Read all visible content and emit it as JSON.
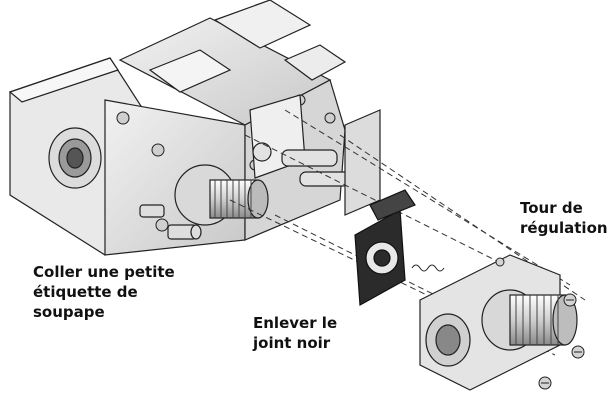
{
  "labels": {
    "tour_de_regulation": [
      "Tour de",
      "régulation"
    ],
    "coller_etiquette": [
      "Coller une petite",
      "étiquette de",
      "soupape"
    ],
    "enlever_joint": [
      "Enlever le",
      "joint noir"
    ]
  },
  "colors": {
    "ink": "#111111",
    "metal_light": "#e6e6e6",
    "metal_mid": "#bdbdbd",
    "metal_dark": "#7a7a7a",
    "gasket": "#2b2b2b"
  }
}
